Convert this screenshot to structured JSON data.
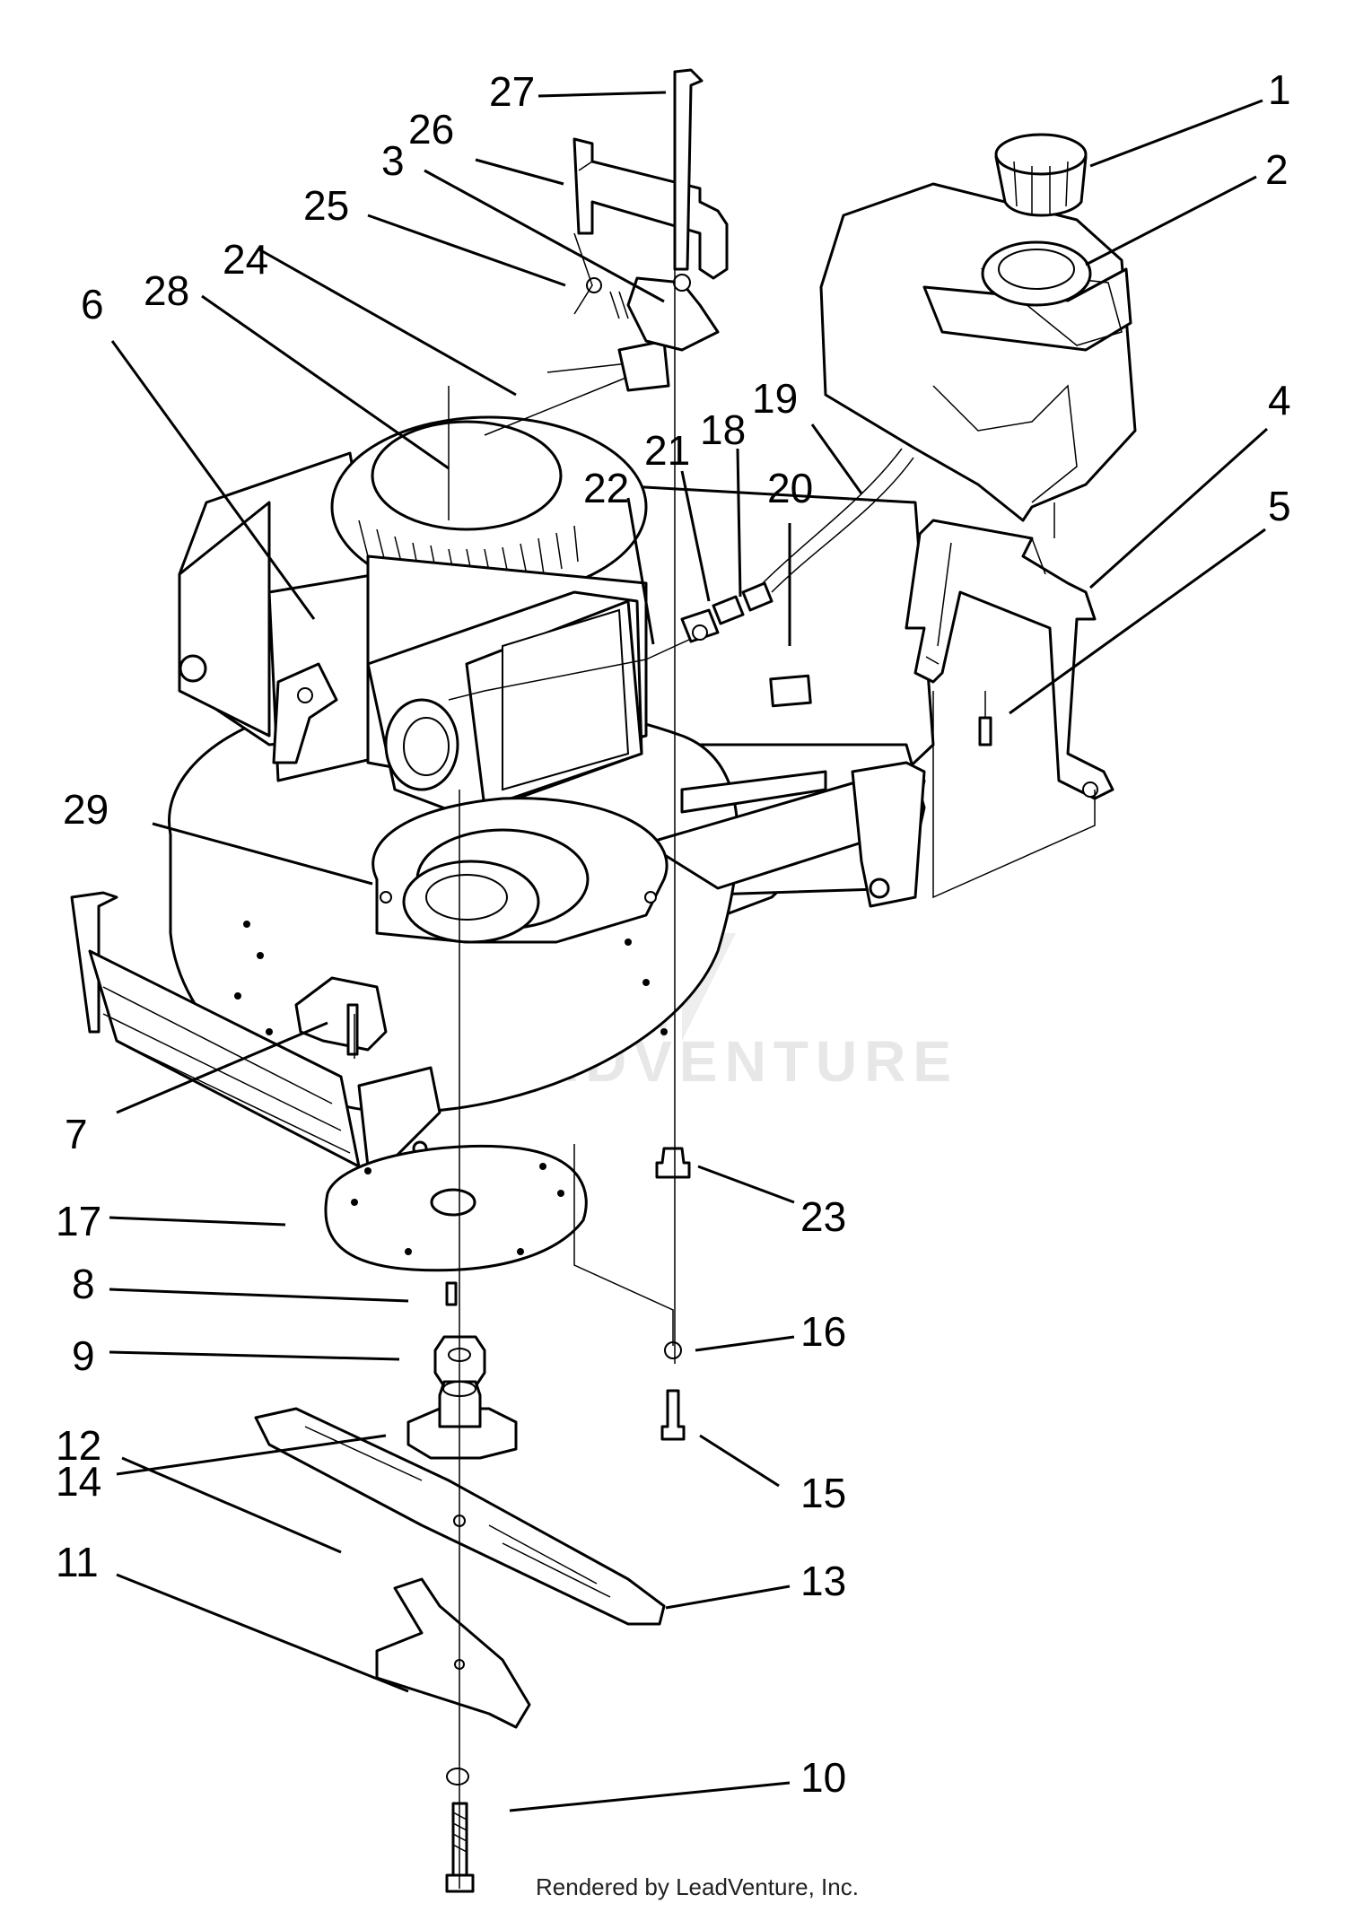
{
  "diagram": {
    "callouts": [
      "1",
      "2",
      "3",
      "4",
      "5",
      "6",
      "7",
      "8",
      "9",
      "10",
      "11",
      "12",
      "13",
      "14",
      "15",
      "16",
      "17",
      "18",
      "19",
      "20",
      "21",
      "22",
      "23",
      "24",
      "25",
      "26",
      "27",
      "28",
      "29"
    ],
    "watermark": "LEADVENTURE",
    "footer": "Rendered by LeadVenture, Inc."
  }
}
